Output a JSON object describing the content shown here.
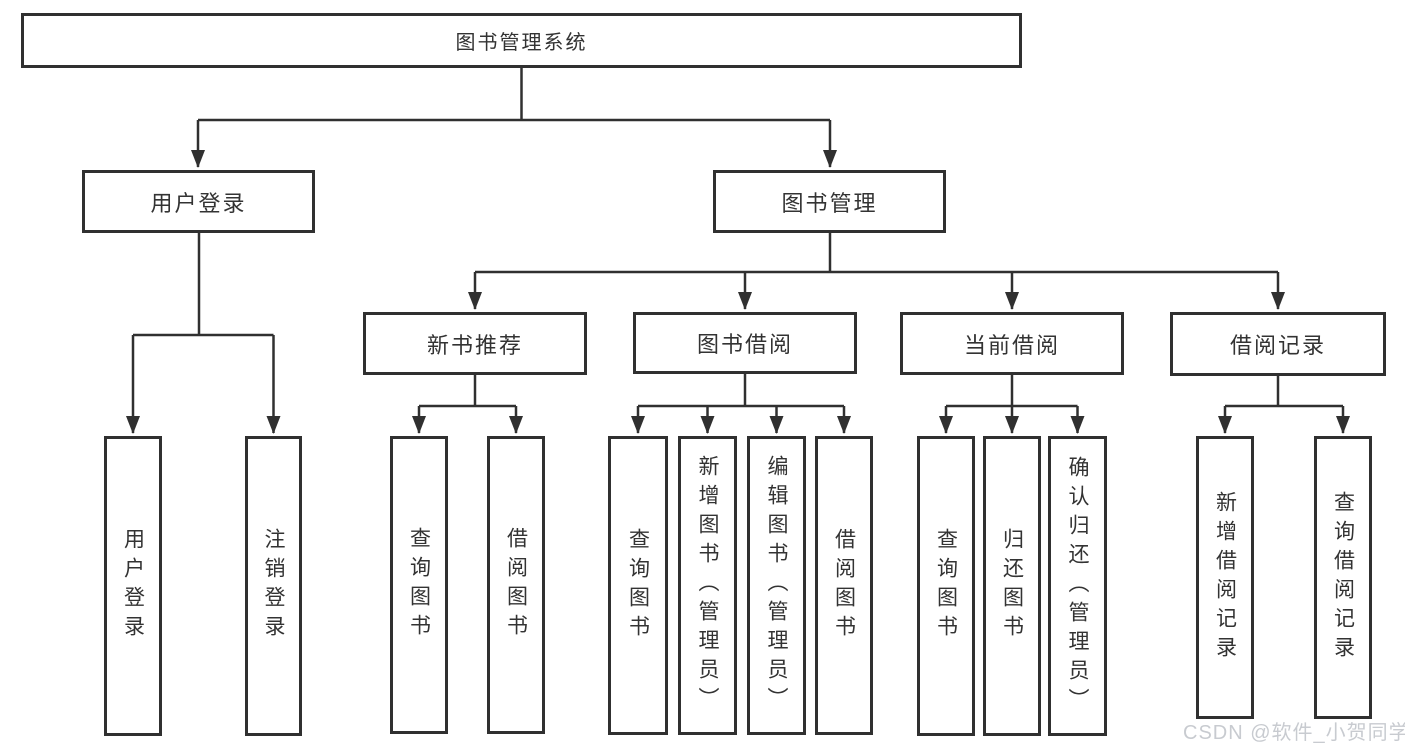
{
  "diagram": {
    "root": "图书管理系统",
    "user_login_branch": {
      "label": "用户登录",
      "children": [
        "用户登录",
        "注销登录"
      ]
    },
    "book_mgmt_branch": {
      "label": "图书管理",
      "sections": [
        {
          "label": "新书推荐",
          "children": [
            "查询图书",
            "借阅图书"
          ]
        },
        {
          "label": "图书借阅",
          "children": [
            "查询图书",
            "新增图书（管理员）",
            "编辑图书（管理员）",
            "借阅图书"
          ]
        },
        {
          "label": "当前借阅",
          "children": [
            "查询图书",
            "归还图书",
            "确认归还（管理员）"
          ]
        },
        {
          "label": "借阅记录",
          "children": [
            "新增借阅记录",
            "查询借阅记录"
          ]
        }
      ]
    }
  },
  "watermark": {
    "text": "CSDN @软件_小贺同学"
  },
  "colors": {
    "line": "#303030",
    "text": "#333333",
    "watermark": "#c8cbd0",
    "background": "#ffffff"
  }
}
